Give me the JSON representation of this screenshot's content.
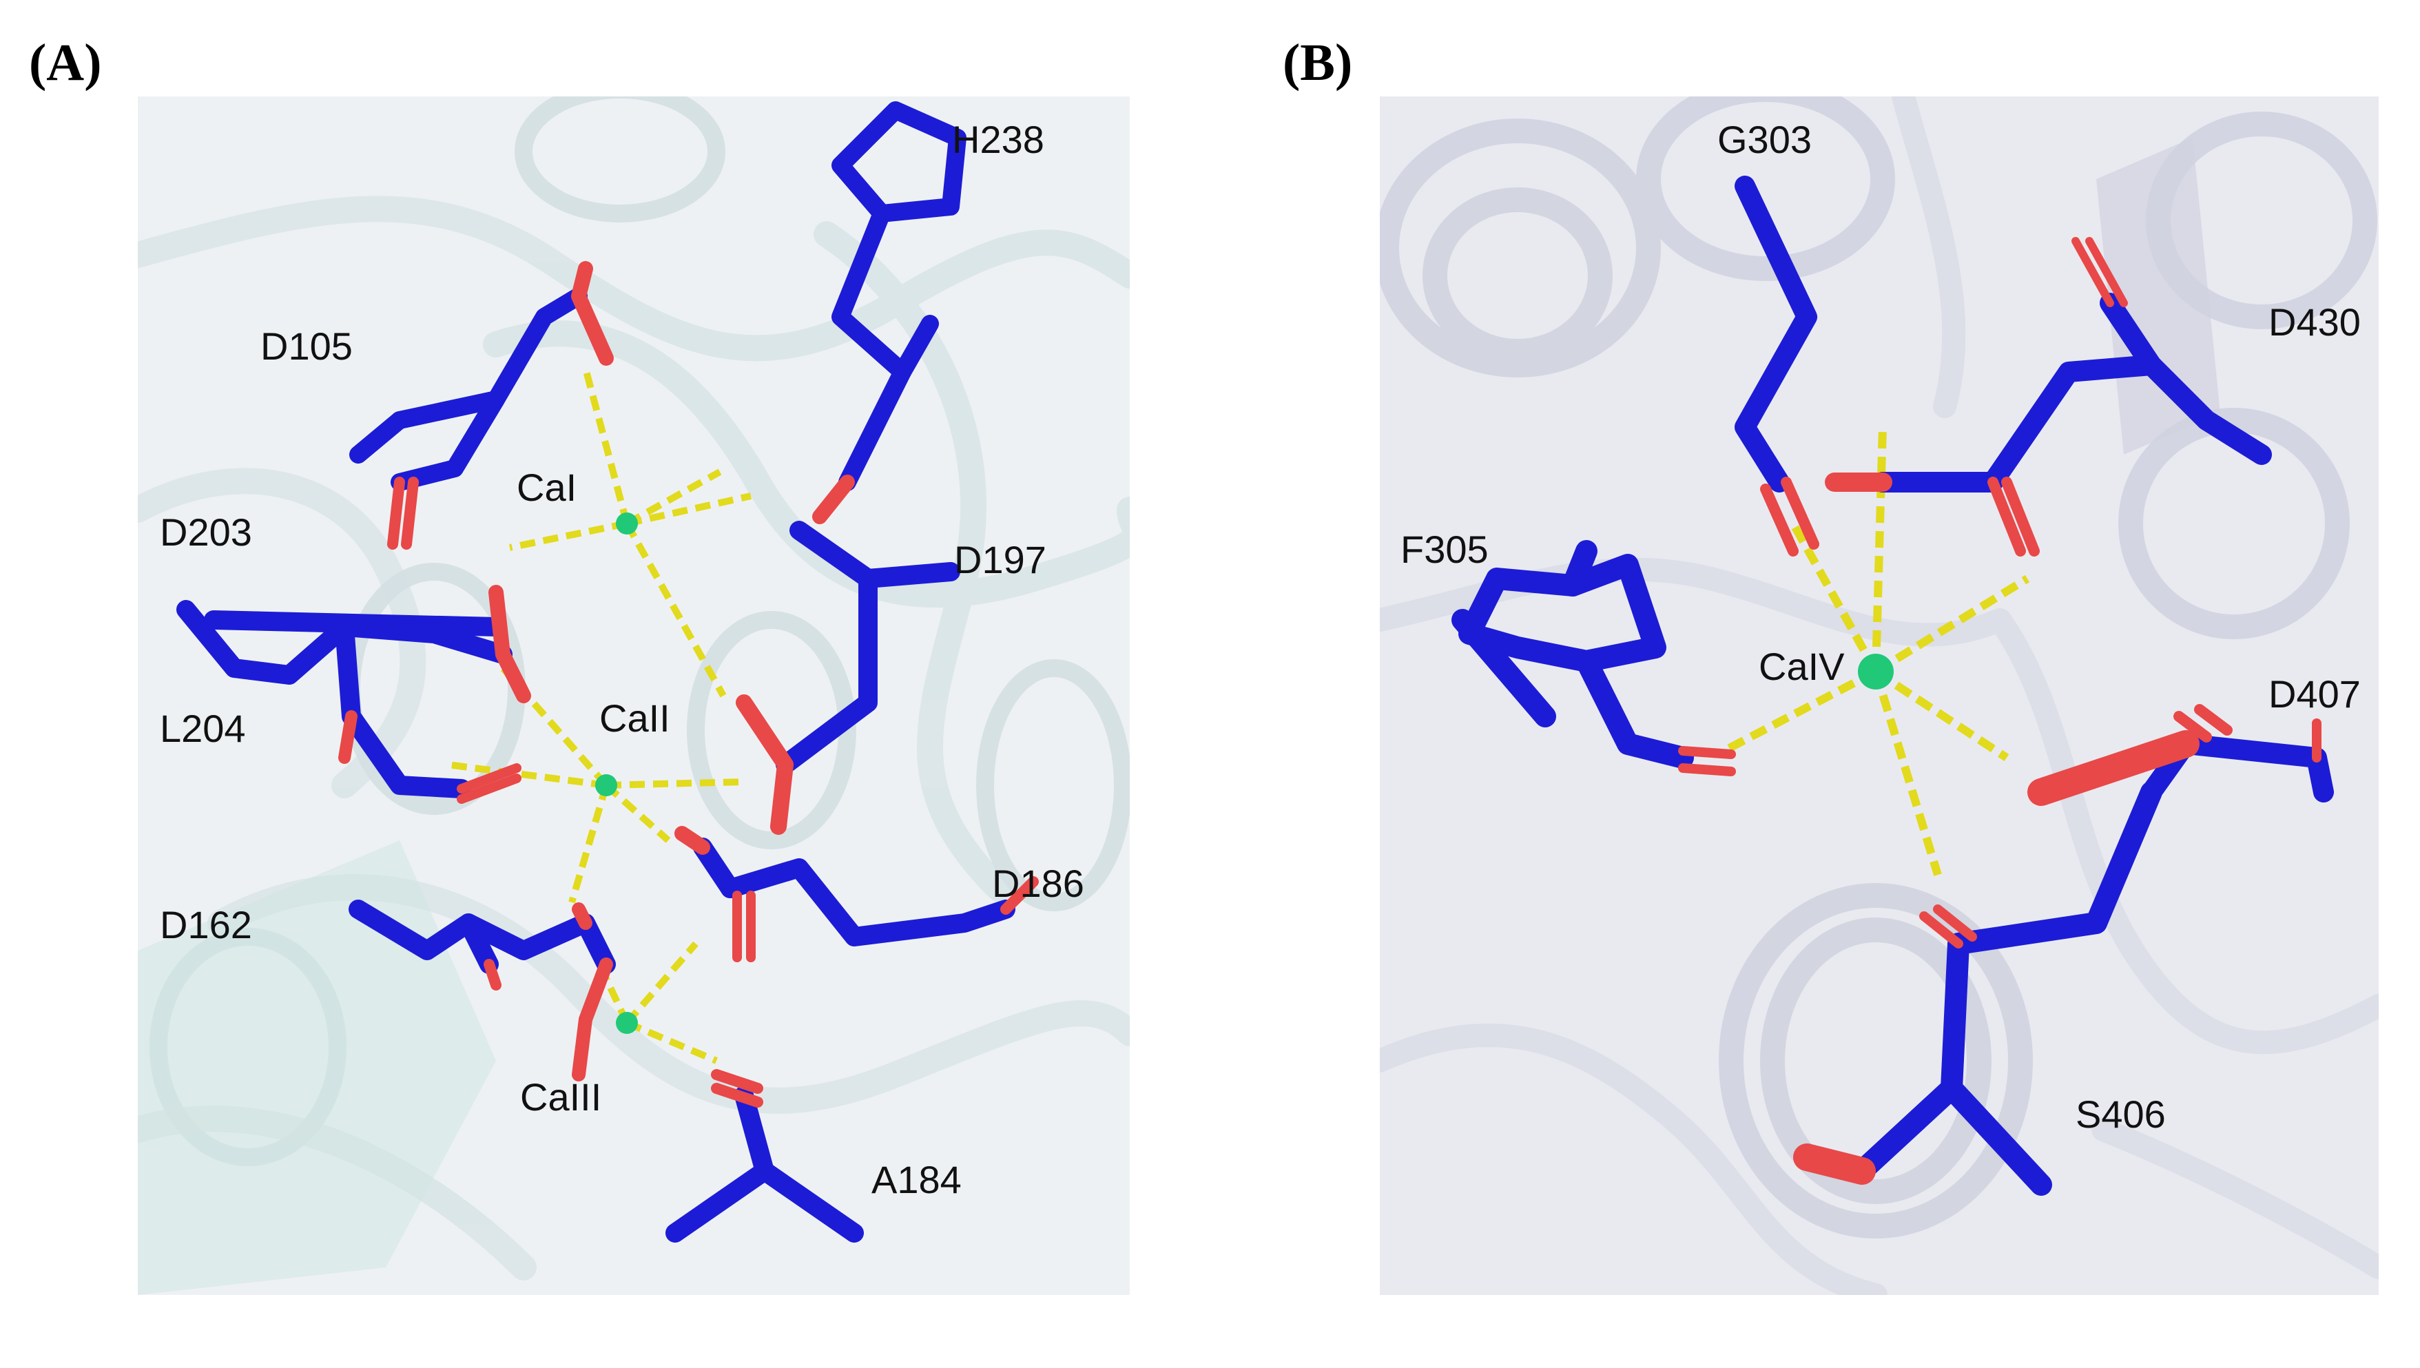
{
  "figure": {
    "panel_a": {
      "tag": "(A)",
      "residues": {
        "H238": "H238",
        "D105": "D105",
        "D203": "D203",
        "D197": "D197",
        "L204": "L204",
        "D186": "D186",
        "D162": "D162",
        "A184": "A184"
      },
      "ions": {
        "CaI": "CaI",
        "CaII": "CaII",
        "CaIII": "CaIII"
      }
    },
    "panel_b": {
      "tag": "(B)",
      "residues": {
        "G303": "G303",
        "D430": "D430",
        "F305": "F305",
        "D407": "D407",
        "S406": "S406"
      },
      "ions": {
        "CaIV": "CaIV"
      }
    },
    "colors": {
      "carbon_stick": "#1c1cd6",
      "oxygen_stick": "#e84848",
      "calcium_ion": "#20c878",
      "coordination_bond": "#e8e020",
      "ribbon_a": "#dde8ea",
      "ribbon_b": "#d4d6e2"
    }
  }
}
